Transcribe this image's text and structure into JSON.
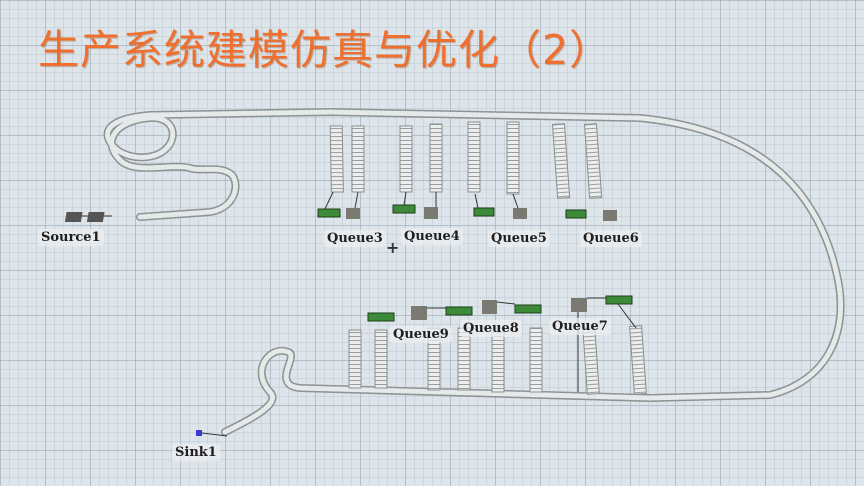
{
  "title": "生产系统建模仿真与优化（2）",
  "objects": {
    "source": {
      "label": "Source1"
    },
    "sink": {
      "label": "Sink1"
    },
    "queues": [
      {
        "label": "Queue3"
      },
      {
        "label": "Queue4"
      },
      {
        "label": "Queue5"
      },
      {
        "label": "Queue6"
      },
      {
        "label": "Queue7"
      },
      {
        "label": "Queue8"
      },
      {
        "label": "Queue9"
      }
    ]
  },
  "cursor": {
    "symbol": "+"
  },
  "colors": {
    "title": "#ef6f2e",
    "grid": "#dde5ea",
    "processor": "#3d8a3a",
    "queue_box": "#7a7a72",
    "source": "#3a3ad0"
  }
}
